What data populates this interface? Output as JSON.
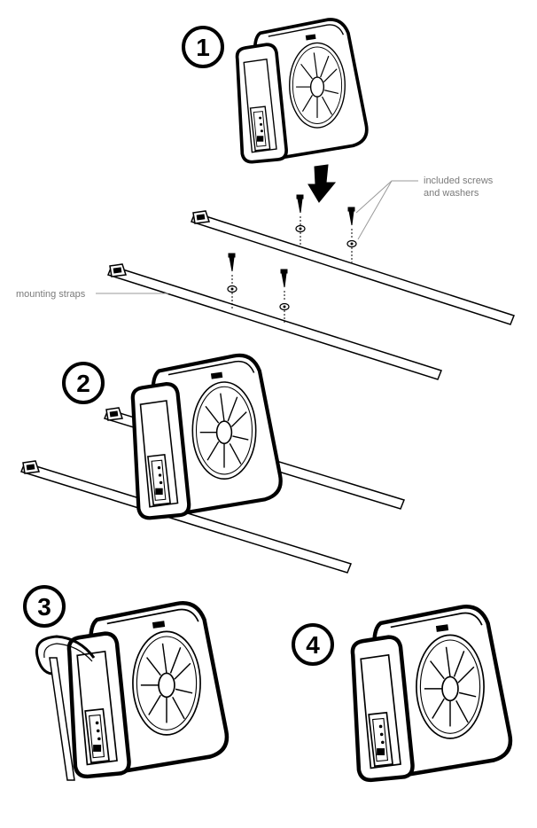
{
  "steps": [
    {
      "number": "1"
    },
    {
      "number": "2"
    },
    {
      "number": "3"
    },
    {
      "number": "4"
    }
  ],
  "callouts": {
    "screws_line1": "included screws",
    "screws_line2": "and washers",
    "straps": "mounting straps"
  },
  "colors": {
    "ink": "#000000",
    "callout_text": "#7a7a7a",
    "callout_line": "#9a9a9a",
    "enclosure_face": "#fafafa",
    "enclosure_side": "#ffffff"
  }
}
